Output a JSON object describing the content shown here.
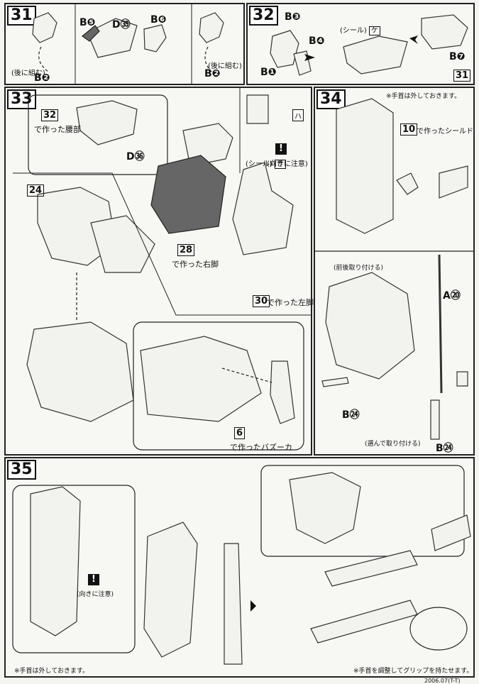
{
  "steps": {
    "s31": {
      "num": "31",
      "labels": {
        "b5": "B❺",
        "d35": "D㉟",
        "b6": "B❻",
        "b2_left": "B❷",
        "b2_right": "B❷",
        "back_l": "(後に組む)",
        "back_r": "(後に組む)"
      }
    },
    "s32": {
      "num": "32",
      "labels": {
        "b3": "B❸",
        "b4": "B❹",
        "b1": "B❶",
        "b7": "B❼",
        "seal": "(シール)",
        "seal_code": "ケ",
        "ref": "31"
      }
    },
    "s33": {
      "num": "33",
      "labels": {
        "ref32": "32",
        "waist": "で作った腰部",
        "d36": "D㊱",
        "seal": "(シール)",
        "seal_code": "サ",
        "ha": "ハ",
        "caution": "(向きに注意)",
        "ref24": "24",
        "ref28": "28",
        "right_leg": "で作った右脚",
        "ref30": "30",
        "left_leg": "で作った左脚",
        "ref6": "6",
        "bazooka": "で作ったバズーカ"
      }
    },
    "s34": {
      "num": "34",
      "labels": {
        "note_top": "※手首は外しておきます。",
        "ref10": "10",
        "shield": "で作ったシールド",
        "choose": "(前後取り付ける)",
        "a20": "A⑳",
        "b24_left": "B㉔",
        "b24_right": "B㉔",
        "select": "(選んで取り付ける)"
      }
    },
    "s35": {
      "num": "35",
      "labels": {
        "caution": "(向きに注意)",
        "note_left": "※手首は外しておきます。",
        "note_right": "※手首を調整してグリップを持たせます。"
      }
    }
  },
  "footer": {
    "code": "2006.07(T-T)"
  }
}
